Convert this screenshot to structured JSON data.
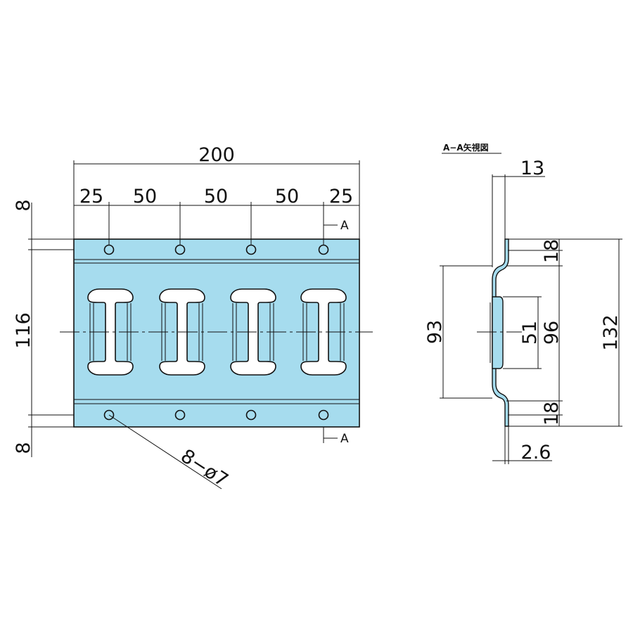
{
  "front_view": {
    "overall_width": "200",
    "spacing": [
      "25",
      "50",
      "50",
      "50",
      "25"
    ],
    "left_top": "8",
    "left_mid": "116",
    "left_bottom": "8",
    "hole_callout": "8−ø7",
    "section_mark_top": "A",
    "section_mark_bottom": "A"
  },
  "side_view": {
    "title": "A−A矢視図",
    "top_thickness": "13",
    "top_flange": "18",
    "bottom_flange": "18",
    "height_93": "93",
    "slot_51": "51",
    "height_96": "96",
    "overall_132": "132",
    "thickness": "2.6"
  },
  "colors": {
    "plate_fill": "#a6dcee",
    "line": "#111111",
    "slot_fill": "#ffffff"
  }
}
